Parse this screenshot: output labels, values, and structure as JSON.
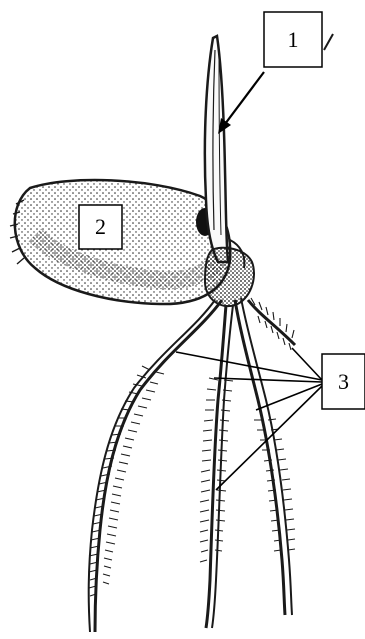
{
  "labels": {
    "l1": "1",
    "l2": "2",
    "l3": "3"
  },
  "colors": {
    "ink": "#1a1a1a",
    "background": "#ffffff"
  }
}
